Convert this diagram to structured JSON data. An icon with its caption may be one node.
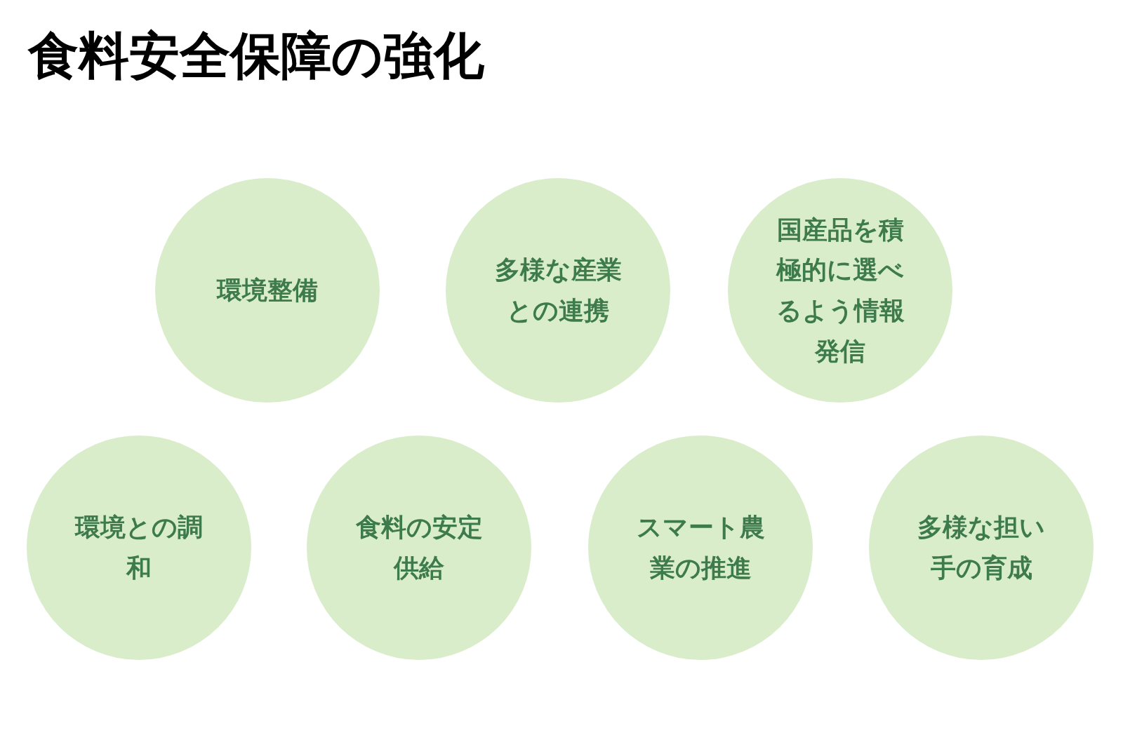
{
  "diagram": {
    "title": "食料安全保障の強化",
    "nodes": [
      {
        "text": [
          "環境整備"
        ]
      },
      {
        "text": [
          "多様な産業との連携"
        ]
      },
      {
        "text": [
          "国産品を積極的に選べるよう情報発信"
        ]
      },
      {
        "text": [
          "環境との調和"
        ]
      },
      {
        "text": [
          "食料の安定供給"
        ]
      },
      {
        "text": [
          "スマート農業の推進"
        ]
      },
      {
        "text": [
          "多様な担い手の育成"
        ]
      }
    ]
  }
}
